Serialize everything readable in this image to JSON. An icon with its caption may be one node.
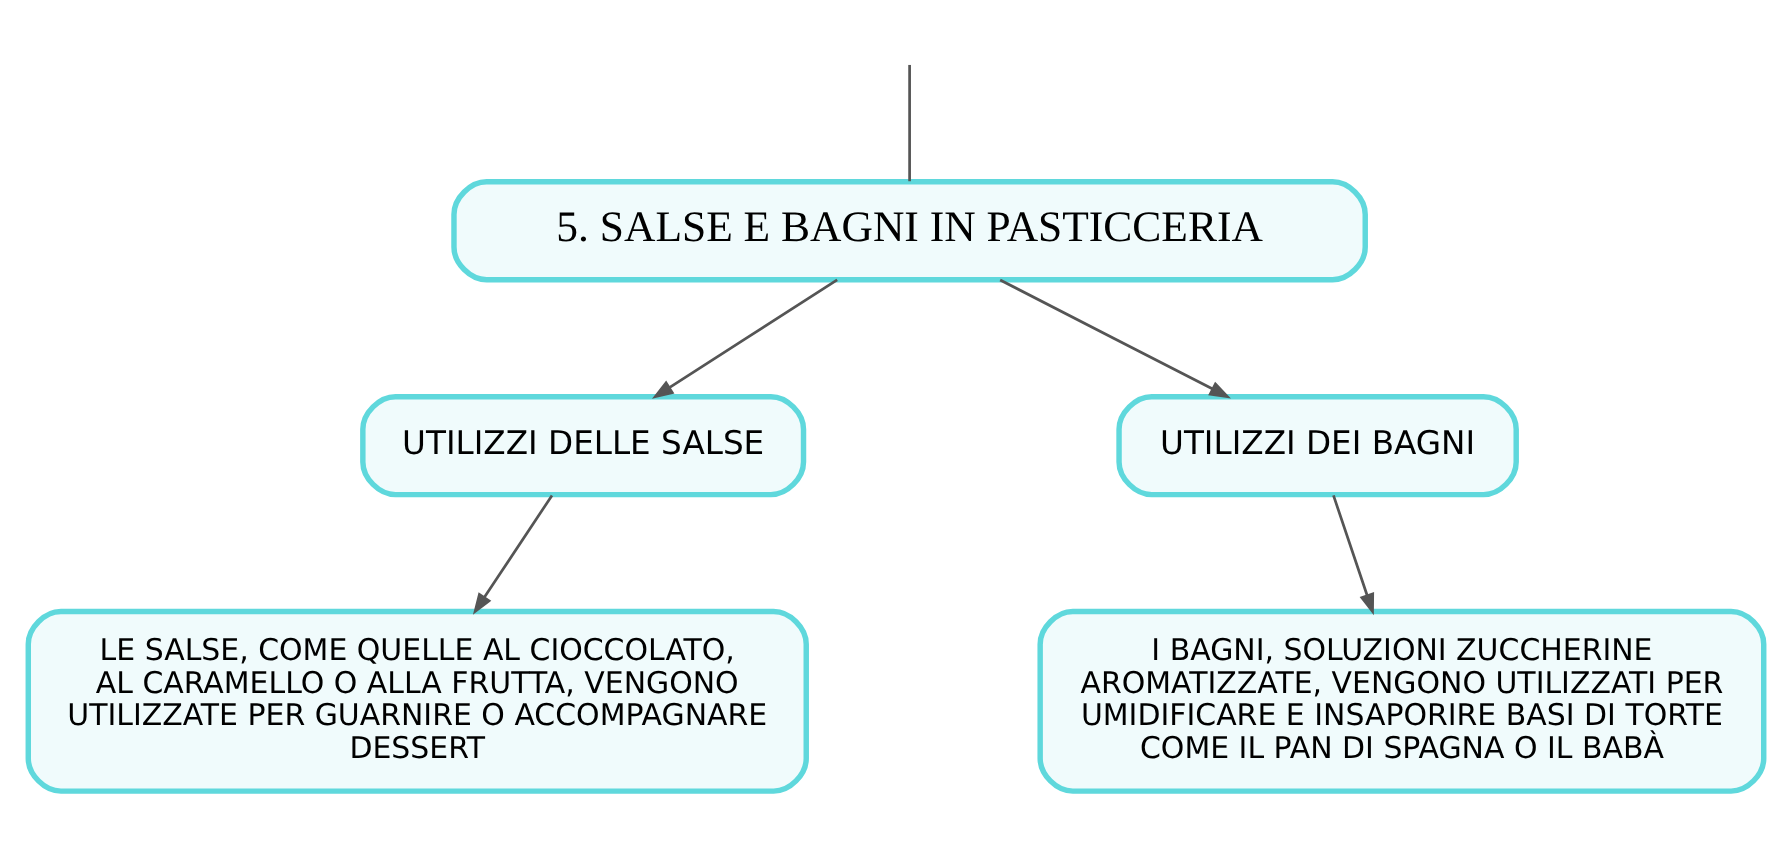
{
  "diagram": {
    "nodes": [
      {
        "text": [
          "5. SALSE E BAGNI IN PASTICCERIA"
        ]
      },
      {
        "text": [
          "UTILIZZI DELLE SALSE"
        ]
      },
      {
        "text": [
          "UTILIZZI DEI BAGNI"
        ]
      },
      {
        "text": [
          "LE SALSE, COME QUELLE AL CIOCCOLATO, AL CARAMELLO O ALLA FRUTTA, VENGONO UTILIZZATE PER GUARNIRE O ACCOMPAGNARE DESSERT"
        ]
      },
      {
        "text": [
          "I BAGNI, SOLUZIONI ZUCCHERINE AROMATIZZATE, VENGONO UTILIZZATI PER UMIDIFICARE E INSAPORIRE BASI DI TORTE COME IL PAN DI SPAGNA O IL BABÀ"
        ]
      }
    ],
    "edges": [
      {
        "from": null,
        "to": 0,
        "arrow": "none"
      },
      {
        "from": 0,
        "to": 1,
        "arrow": "to"
      },
      {
        "from": 0,
        "to": 2,
        "arrow": "to"
      },
      {
        "from": 1,
        "to": 3,
        "arrow": "to"
      },
      {
        "from": 2,
        "to": 4,
        "arrow": "to"
      }
    ]
  }
}
